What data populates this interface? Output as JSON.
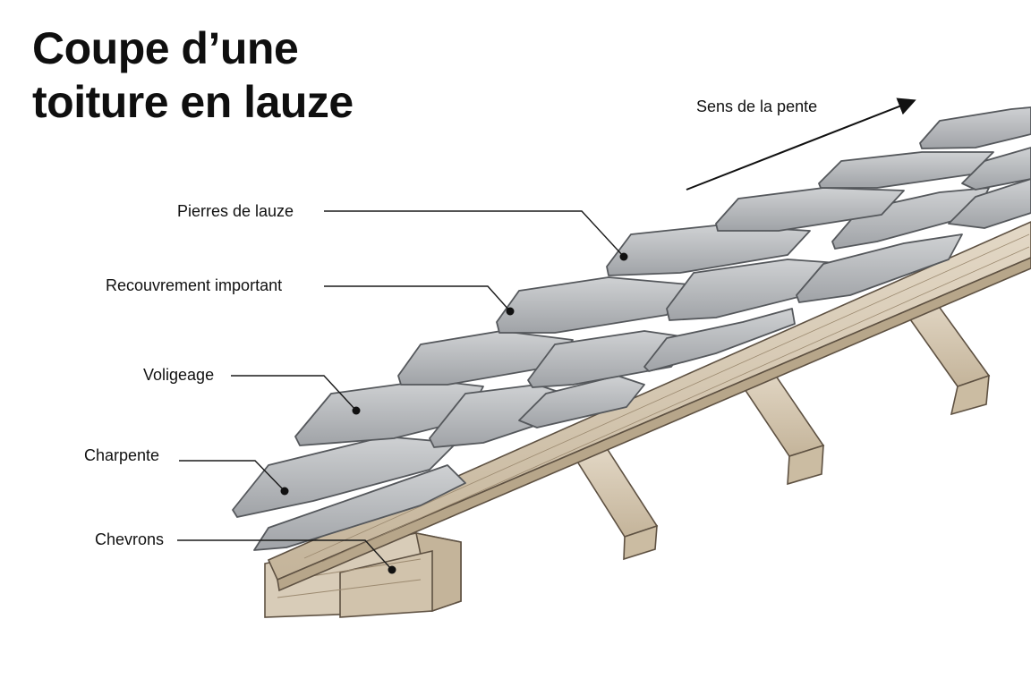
{
  "title": {
    "line1": "Coupe d’une",
    "line2": "toiture en lauze"
  },
  "labels": {
    "pierres": "Pierres de lauze",
    "recouvrement": "Recouvrement important",
    "voligeage": "Voligeage",
    "charpente": "Charpente",
    "chevrons": "Chevrons",
    "pente": "Sens de la pente"
  },
  "colors": {
    "stone": "#b4b6b8",
    "stone_dark": "#7d8084",
    "wood": "#d6c9b4",
    "wood_dark": "#a8977c",
    "ink": "#1a1a1a"
  }
}
